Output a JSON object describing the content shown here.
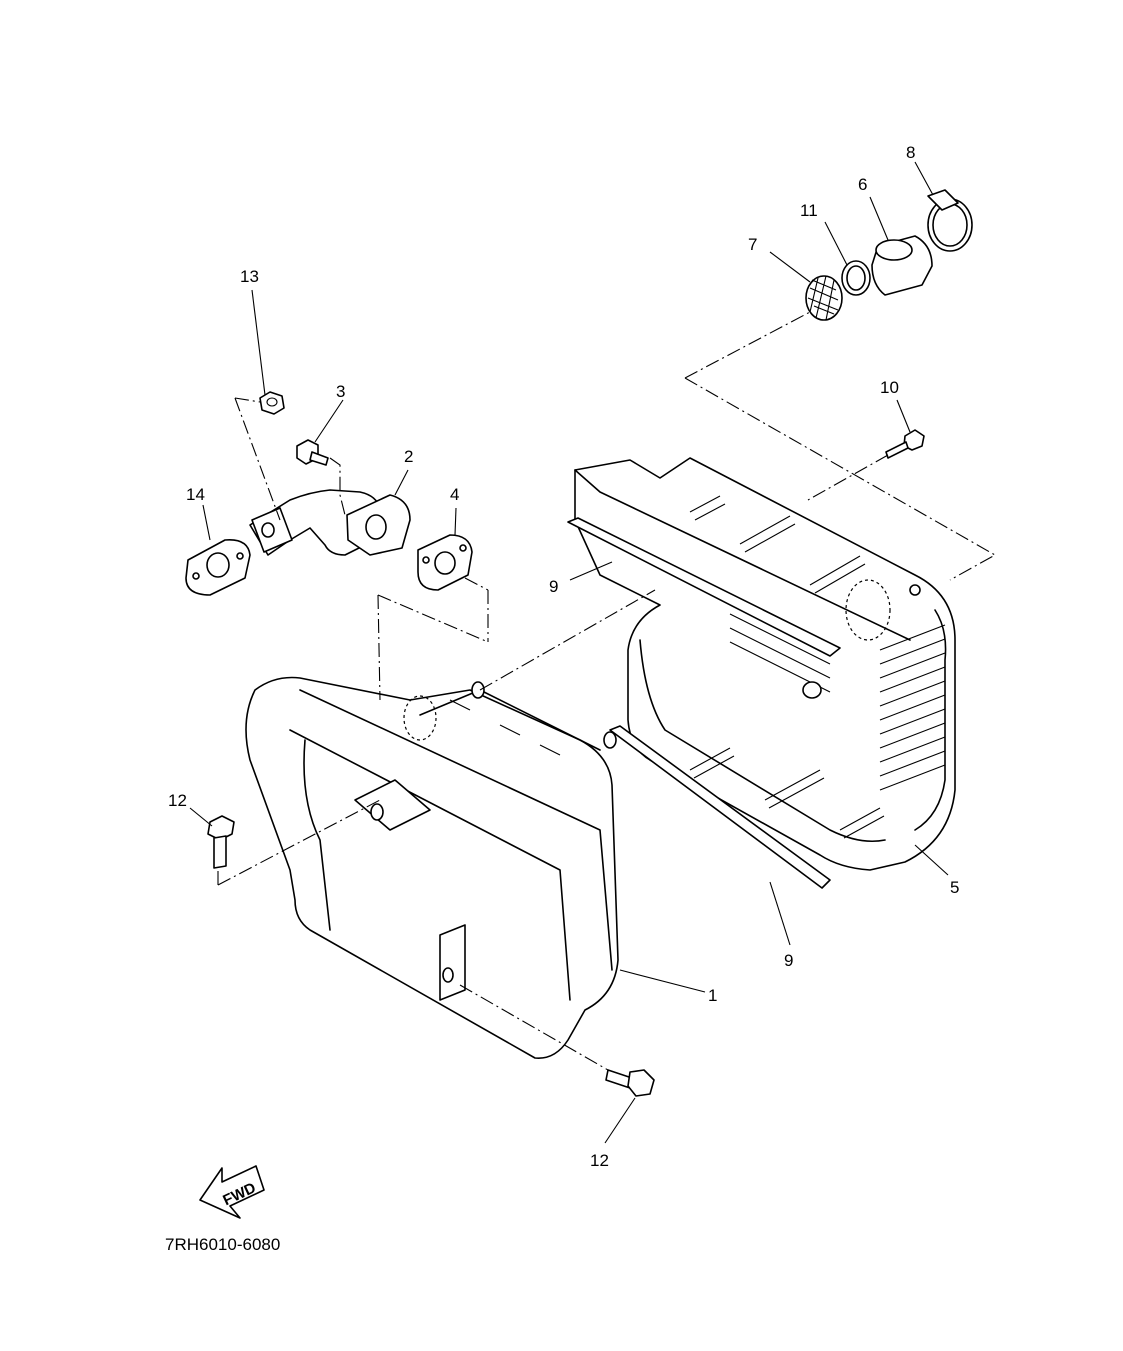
{
  "callouts": {
    "c1": "1",
    "c2": "2",
    "c3": "3",
    "c4": "4",
    "c5": "5",
    "c6": "6",
    "c7": "7",
    "c8": "8",
    "c9a": "9",
    "c9b": "9",
    "c10": "10",
    "c11": "11",
    "c12a": "12",
    "c12b": "12",
    "c13": "13",
    "c14": "14"
  },
  "fwd_label": "FWD",
  "part_number": "7RH6010-6080"
}
